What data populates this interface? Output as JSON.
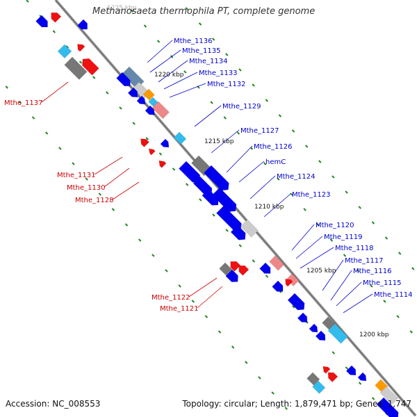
{
  "title": "Methanosaeta thermophila PT, complete genome",
  "footer": {
    "accession": "Accession: NC_008553",
    "summary": "Topology: circular; Length: 1,879,471 bp; Genes: 1,747"
  },
  "colors": {
    "backbone": "#7f7f7f",
    "forward_gene": "#0000ee",
    "reverse_gene": "#ee1111",
    "cyan": "#33bbee",
    "gray": "#777777",
    "light_gray": "#cccccc",
    "pink": "#ee8888",
    "orange": "#ff9900",
    "steel": "#6688aa",
    "tick": "#228822",
    "label_forward": "#0000cc",
    "label_reverse": "#cc0000"
  },
  "position_markers": [
    "1225 kbp",
    "1220 kbp",
    "1215 kbp",
    "1210 kbp",
    "1205 kbp",
    "1200 kbp"
  ],
  "gene_labels_forward": [
    "Mthe_1136",
    "Mthe_1135",
    "Mthe_1134",
    "Mthe_1133",
    "Mthe_1132",
    "Mthe_1129",
    "Mthe_1127",
    "Mthe_1126",
    "hemC",
    "Mthe_1124",
    "Mthe_1123",
    "Mthe_1120",
    "Mthe_1119",
    "Mthe_1118",
    "Mthe_1117",
    "Mthe_1116",
    "Mthe_1115",
    "Mthe_1114"
  ],
  "gene_labels_reverse": [
    "Mthe_1137",
    "Mthe_1131",
    "Mthe_1130",
    "Mthe_1128",
    "Mthe_1122",
    "Mthe_1121"
  ]
}
